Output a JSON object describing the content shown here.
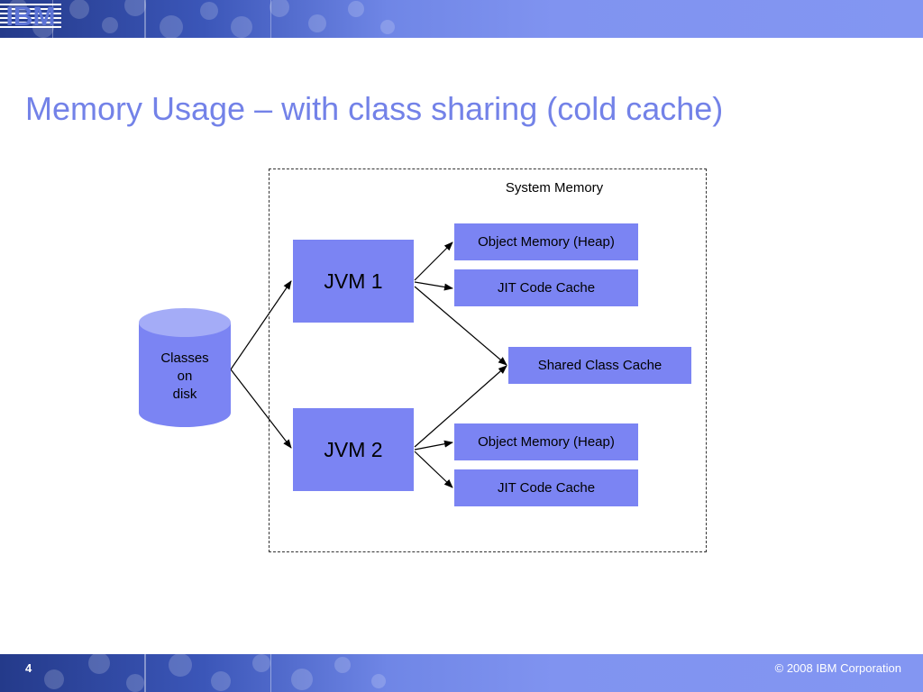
{
  "header": {
    "logo_text": "IBM"
  },
  "slide": {
    "title": "Memory Usage – with class sharing (cold cache)"
  },
  "diagram": {
    "system_memory_label": "System Memory",
    "disk": {
      "line1": "Classes",
      "line2": "on",
      "line3": "disk"
    },
    "jvm1": "JVM 1",
    "jvm2": "JVM 2",
    "jvm1_heap": "Object Memory (Heap)",
    "jvm1_jit": "JIT Code Cache",
    "shared_cache": "Shared Class Cache",
    "jvm2_heap": "Object Memory (Heap)",
    "jvm2_jit": "JIT Code Cache"
  },
  "footer": {
    "page_number": "4",
    "copyright": "© 2008 IBM Corporation"
  },
  "colors": {
    "title": "#7382e8",
    "box_fill": "#7b84f3",
    "banner_light": "#8396f2",
    "banner_dark": "#243a8a"
  }
}
